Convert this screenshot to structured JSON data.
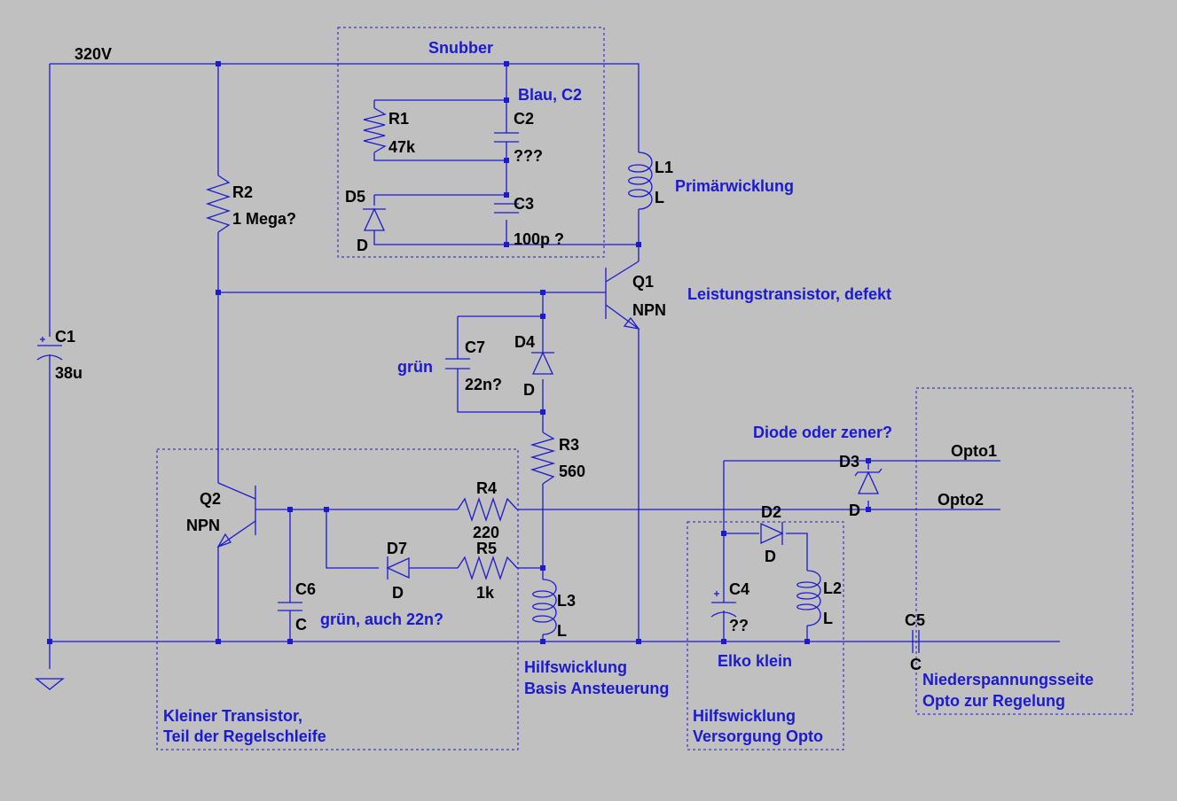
{
  "colors": {
    "background": "#c0c0c0",
    "wire": "#1a1ad2",
    "label": "#000000",
    "note": "#1a1ad2"
  },
  "supply": {
    "label": "320V"
  },
  "components": {
    "C1": {
      "ref": "C1",
      "value": "38u"
    },
    "R2": {
      "ref": "R2",
      "value": "1 Mega?"
    },
    "R1": {
      "ref": "R1",
      "value": "47k"
    },
    "C2": {
      "ref": "C2",
      "value": "???"
    },
    "D5": {
      "ref": "D5",
      "value": "D"
    },
    "C3": {
      "ref": "C3",
      "value": "100p ?"
    },
    "L1": {
      "ref": "L1",
      "value": "L"
    },
    "Q1": {
      "ref": "Q1",
      "value": "NPN"
    },
    "C7": {
      "ref": "C7",
      "value": "22n?"
    },
    "D4": {
      "ref": "D4",
      "value": "D"
    },
    "R3": {
      "ref": "R3",
      "value": "560"
    },
    "Q2": {
      "ref": "Q2",
      "value": "NPN"
    },
    "R4": {
      "ref": "R4",
      "value": "220"
    },
    "D7": {
      "ref": "D7",
      "value": "D"
    },
    "R5": {
      "ref": "R5",
      "value": "1k"
    },
    "C6": {
      "ref": "C6",
      "value": "C"
    },
    "L3": {
      "ref": "L3",
      "value": "L"
    },
    "D3": {
      "ref": "D3",
      "value": "D"
    },
    "D2": {
      "ref": "D2",
      "value": "D"
    },
    "C4": {
      "ref": "C4",
      "value": "??"
    },
    "L2": {
      "ref": "L2",
      "value": "L"
    },
    "C5": {
      "ref": "C5",
      "value": "C"
    }
  },
  "nets": {
    "opto1": "Opto1",
    "opto2": "Opto2"
  },
  "notes": {
    "snubber": "Snubber",
    "blau_c2": "Blau, C2",
    "primaer": "Primärwicklung",
    "leistung": "Leistungstransistor, defekt",
    "gruen": "grün",
    "diode_zener": "Diode oder zener?",
    "gruen_auch": "grün, auch 22n?",
    "hilfs_basis_1": "Hilfswicklung",
    "hilfs_basis_2": "Basis Ansteuerung",
    "elko": "Elko klein",
    "nieder_1": "Niederspannungsseite",
    "nieder_2": "Opto zur Regelung",
    "kleiner_1": "Kleiner Transistor,",
    "kleiner_2": "Teil der Regelschleife",
    "hilfs_opto_1": "Hilfswicklung",
    "hilfs_opto_2": "Versorgung Opto"
  }
}
